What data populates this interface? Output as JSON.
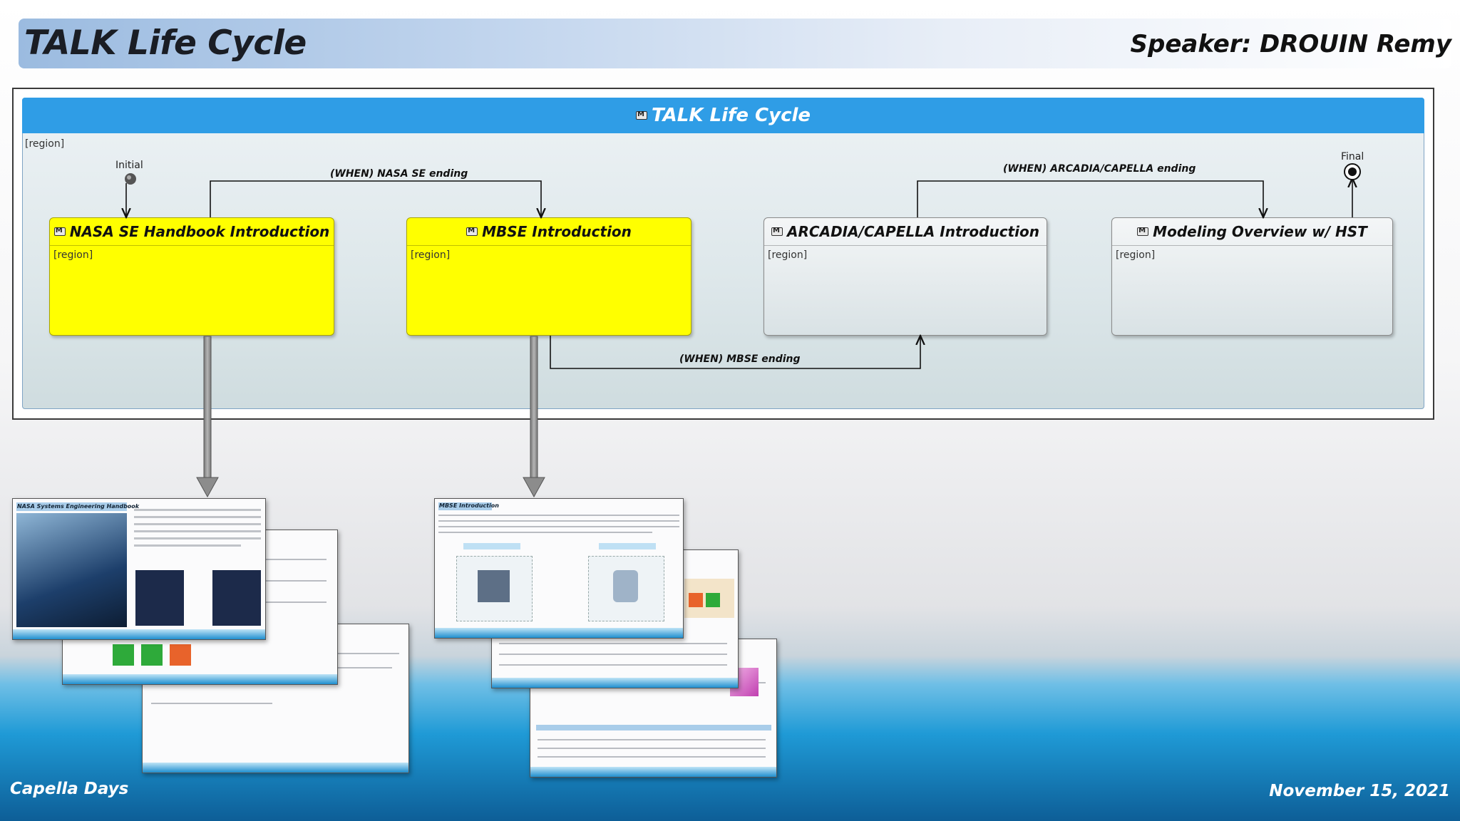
{
  "slide": {
    "title": "TALK Life Cycle",
    "speaker": "Speaker: DROUIN Remy",
    "footer_left": "Capella Days",
    "footer_right": "November 15, 2021"
  },
  "diagram": {
    "state_machine_title": "TALK Life Cycle",
    "region_label": "[region]",
    "initial_label": "Initial",
    "final_label": "Final",
    "states": [
      {
        "name": "NASA SE Handbook Introduction",
        "region": "[region]",
        "fill": "#ffff00"
      },
      {
        "name": "MBSE Introduction",
        "region": "[region]",
        "fill": "#ffff00"
      },
      {
        "name": "ARCADIA/CAPELLA Introduction",
        "region": "[region]",
        "fill": "#e4eaec"
      },
      {
        "name": "Modeling Overview w/ HST",
        "region": "[region]",
        "fill": "#e4eaec"
      }
    ],
    "transitions": [
      {
        "from": "NASA SE Handbook Introduction",
        "to": "MBSE Introduction",
        "label": "(WHEN) NASA SE ending"
      },
      {
        "from": "MBSE Introduction",
        "to": "ARCADIA/CAPELLA Introduction",
        "label": "(WHEN) MBSE ending"
      },
      {
        "from": "ARCADIA/CAPELLA Introduction",
        "to": "Modeling Overview w/ HST",
        "label": "(WHEN) ARCADIA/CAPELLA ending"
      }
    ]
  },
  "thumbnails": {
    "nasa_group": [
      "NASA Systems Engineering Handbook"
    ],
    "mbse_group": [
      "MBSE Introduction"
    ]
  }
}
